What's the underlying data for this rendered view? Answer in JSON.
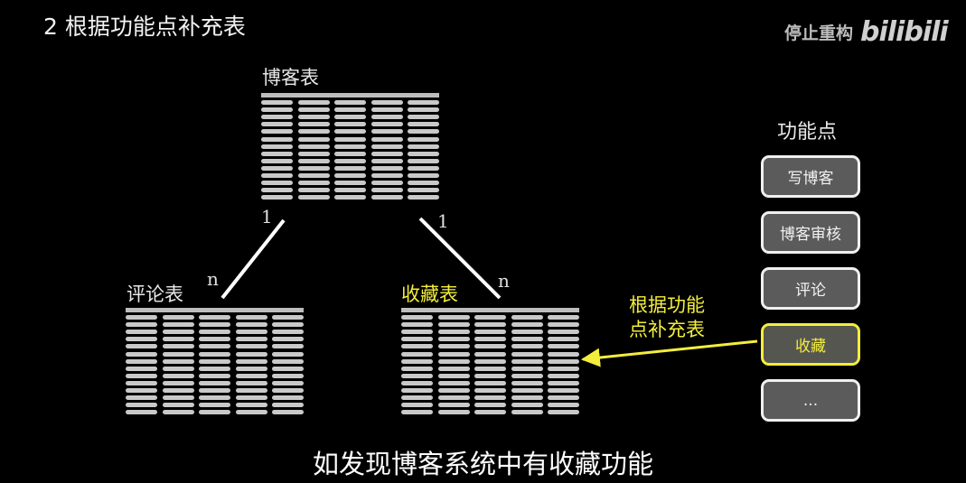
{
  "heading": "2 根据功能点补充表",
  "watermark": {
    "text": "停止重构",
    "logo": "bilibili"
  },
  "tables": {
    "blog": {
      "label": "博客表"
    },
    "comment": {
      "label": "评论表"
    },
    "favorite": {
      "label": "收藏表"
    }
  },
  "relations": [
    {
      "from": "博客表",
      "to": "评论表",
      "one": "1",
      "many": "n"
    },
    {
      "from": "博客表",
      "to": "收藏表",
      "one": "1",
      "many": "n"
    }
  ],
  "feature_points": {
    "title": "功能点",
    "items": [
      "写博客",
      "博客审核",
      "评论",
      "收藏",
      "..."
    ],
    "highlighted": "收藏"
  },
  "note": {
    "line1": "根据功能",
    "line2": "点补充表"
  },
  "caption": "如发现博客系统中有收藏功能",
  "colors": {
    "highlight": "#f3ee3c",
    "background": "#000000",
    "card": "#5b5b5b"
  }
}
